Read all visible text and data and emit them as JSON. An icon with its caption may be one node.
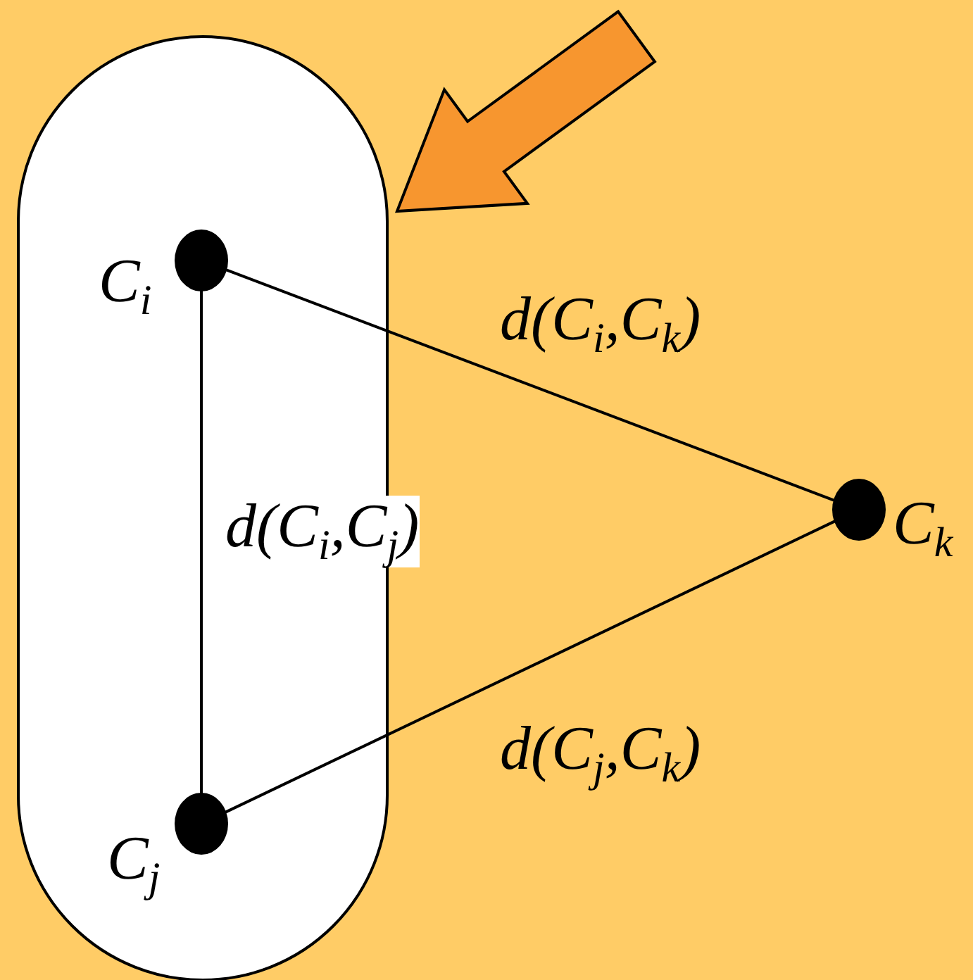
{
  "diagram": {
    "nodes": [
      {
        "text": [],
        "shape": "box"
      },
      {
        "text": [],
        "shape": "circle",
        "in": 0,
        "beside": [
          "C$_{i}$"
        ]
      },
      {
        "text": [],
        "shape": "circle",
        "in": 0,
        "beside": [
          "C$_{j}$"
        ]
      },
      {
        "text": [],
        "shape": "circle",
        "beside": [
          "C$_{k}$"
        ]
      }
    ],
    "edges": [
      {
        "from": 1,
        "to": 2,
        "arrow": "none",
        "label": "d(C$_{i}$,C$_{j}$)"
      },
      {
        "from": 1,
        "to": 3,
        "arrow": "none",
        "label": "d(C$_{i}$,C$_{k}$)"
      },
      {
        "from": 2,
        "to": 3,
        "arrow": "none",
        "label": "d(C$_{j}$,C$_{k}$)"
      },
      {
        "from": null,
        "to": 0,
        "arrow": "to",
        "style": "thick",
        "color": "#f7962f"
      }
    ]
  }
}
